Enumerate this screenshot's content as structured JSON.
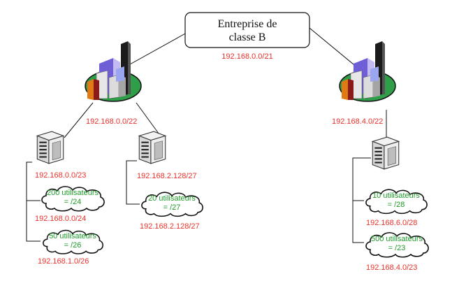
{
  "root": {
    "title_line1": "Entreprise de",
    "title_line2": "classe B",
    "network": "192.168.0.0/21"
  },
  "left_site": {
    "network": "192.168.0.0/22",
    "server_a": {
      "network": "192.168.0.0/23",
      "cloud1": {
        "line1": "200 utilisateurs",
        "line2": "= /24",
        "network": "192.168.0.0/24"
      },
      "cloud2": {
        "line1": "50 utilisateurs",
        "line2": "= /26",
        "network": "192.168.1.0/26"
      }
    },
    "server_b": {
      "network": "192.168.2.128/27",
      "cloud1": {
        "line1": "20 utilisateurs",
        "line2": "= /27",
        "network": "192.168.2.128/27"
      }
    }
  },
  "right_site": {
    "network": "192.168.4.0/22",
    "server": {
      "cloud1": {
        "line1": "10 utilisateurs",
        "line2": "= /28",
        "network": "192.168.6.0/28"
      },
      "cloud2": {
        "line1": "500 utilisateurs",
        "line2": "= /23",
        "network": "192.168.4.0/23"
      }
    }
  }
}
